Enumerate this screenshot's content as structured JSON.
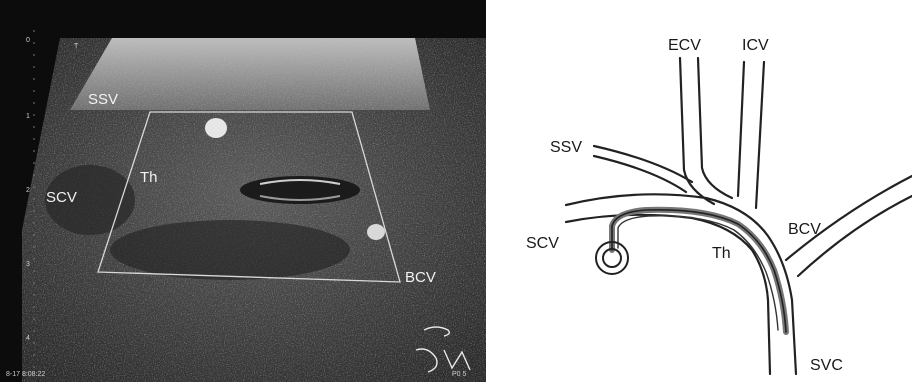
{
  "ultrasound": {
    "labels": {
      "ssv": "SSV",
      "scv": "SCV",
      "th": "Th",
      "bcv": "BCV"
    },
    "scale_marks": [
      "0",
      "1",
      "2",
      "3",
      "4"
    ],
    "corner_text": "T",
    "footer_left": "8-17 8:08:22",
    "footer_right": "P0 5"
  },
  "diagram": {
    "labels": {
      "ecv": "ECV",
      "icv": "ICV",
      "ssv": "SSV",
      "scv": "SCV",
      "bcv": "BCV",
      "th": "Th",
      "svc": "SVC"
    }
  },
  "colors": {
    "image_background": "#0c0c0c",
    "diagram_line": "#222222",
    "thrombus_line": "#777777"
  }
}
